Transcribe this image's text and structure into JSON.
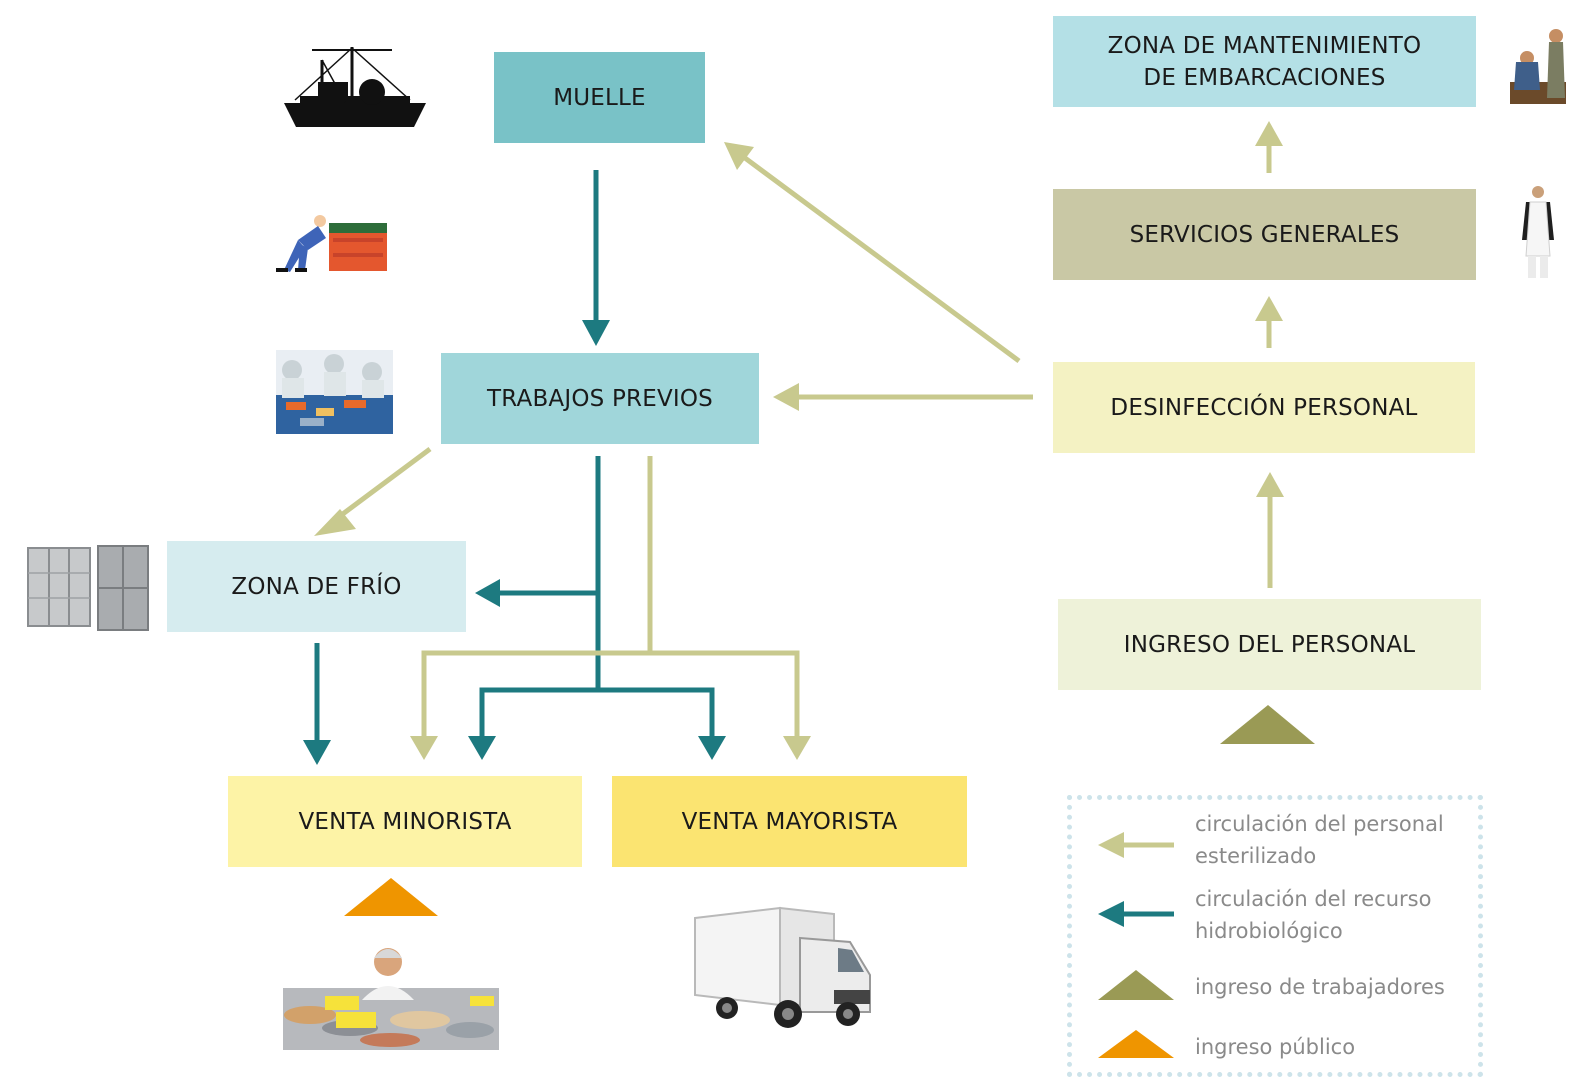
{
  "nodes": {
    "muelle": "MUELLE",
    "trabajos_previos": "TRABAJOS PREVIOS",
    "zona_frio": "ZONA DE FRÍO",
    "venta_minorista": "VENTA MINORISTA",
    "venta_mayorista": "VENTA MAYORISTA",
    "zona_mantenimiento": "ZONA DE MANTENIMIENTO\nDE EMBARCACIONES",
    "servicios_generales": "SERVICIOS GENERALES",
    "desinfeccion_personal": "DESINFECCIÓN PERSONAL",
    "ingreso_personal": "INGRESO DEL PERSONAL"
  },
  "legend": {
    "sterile_staff": "circulación del personal\nesterilizado",
    "hydrobiological": "circulación del recurso\nhidrobiológico",
    "worker_entry": "ingreso de trabajadores",
    "public_entry": "ingreso público"
  },
  "colors": {
    "teal_arrow": "#1d7a80",
    "olive_arrow": "#c8c98e",
    "worker_triangle": "#9a9a55",
    "public_triangle": "#ef9500",
    "muelle_fill": "#79c2c7",
    "trabajos_fill": "#a0d6da",
    "frio_fill": "#d6ecef",
    "minorista_fill": "#fdf3a6",
    "mayorista_fill": "#fbe471",
    "mantenimiento_fill": "#b4e0e6",
    "servicios_fill": "#c9c8a5",
    "desinfeccion_fill": "#f4f2c3",
    "ingreso_fill": "#eef2d9"
  },
  "icons": [
    "fishing-boat-icon",
    "worker-pushing-crates-icon",
    "fish-processing-workers-icon",
    "refrigerator-cabinets-icon",
    "fish-vendor-icon",
    "delivery-truck-icon",
    "maintenance-workers-icon",
    "worker-in-apron-icon"
  ]
}
